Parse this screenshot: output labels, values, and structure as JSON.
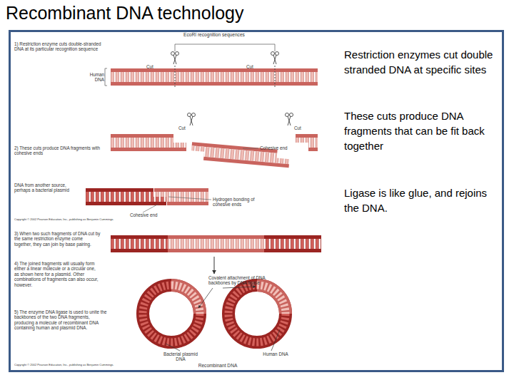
{
  "diagram": {
    "title": "Recombinant DNA technology",
    "nodes": [
      {
        "text": [
          "Restriction enzymes cut double stranded DNA at specific sites",
          "These cuts produce DNA fragments that can be fit back together",
          "Ligase is like glue, and rejoins the DNA."
        ]
      }
    ],
    "labels": [
      "EcoRI recognition sequences",
      "1) Restriction enzyme cuts double-stranded DNA at its particular recognition sequence",
      "Cut",
      "Cut",
      "Human DNA",
      "Cut",
      "Cut",
      "2) These cuts produce DNA fragments with cohesive ends",
      "Cohesive end",
      "DNA from another source, perhaps a bacterial plasmid",
      "Hydrogen bonding of cohesive ends",
      "Cohesive end",
      "Copyright © 2002 Pearson Education, Inc., publishing as Benjamin Cummings.",
      "3) When two such fragments of DNA cut by the same restriction enzyme come together, they can join by base pairing.",
      "4) The joined fragments will usually form either a linear molecule or a circular one, as shown here for a plasmid. Other combinations of fragments can also occur, however.",
      "Covalent attachment of DNA backbones by DNA ligase",
      "5) The enzyme DNA ligase is used to unite the backbones of the two DNA fragments, producing a molecule of recombinant DNA containing human and plasmid DNA.",
      "Bacterial plasmid DNA",
      "Human DNA",
      "Recombinant DNA",
      "Copyright © 2002 Pearson Education, Inc., publishing as Benjamin Cummings."
    ]
  }
}
